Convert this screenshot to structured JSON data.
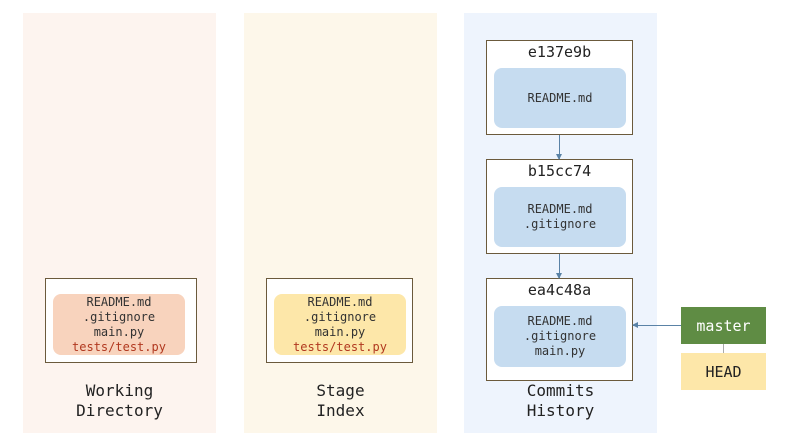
{
  "columns": {
    "working": {
      "label_line1": "Working",
      "label_line2": "Directory",
      "files": [
        "README.md",
        ".gitignore",
        "main.py",
        "tests/test.py"
      ]
    },
    "stage": {
      "label_line1": "Stage",
      "label_line2": "Index",
      "files": [
        "README.md",
        ".gitignore",
        "main.py",
        "tests/test.py"
      ]
    },
    "history": {
      "label_line1": "Commits",
      "label_line2": "History"
    }
  },
  "commits": [
    {
      "id": "e137e9b",
      "files": [
        "README.md"
      ]
    },
    {
      "id": "b15cc74",
      "files": [
        "README.md",
        ".gitignore"
      ]
    },
    {
      "id": "ea4c48a",
      "files": [
        "README.md",
        ".gitignore",
        "main.py"
      ]
    }
  ],
  "refs": {
    "branch": "master",
    "head": "HEAD"
  },
  "colors": {
    "working_bg": "#fdf4ef",
    "stage_bg": "#fdf7ea",
    "history_bg": "#eef4fd",
    "working_panel": "#f8d3bd",
    "stage_panel": "#fde7a9",
    "commit_panel": "#c6dcf0",
    "branch": "#5f8c44",
    "head": "#fde7a9",
    "untracked_text": "#b1381f",
    "arrow": "#5a82a6"
  }
}
